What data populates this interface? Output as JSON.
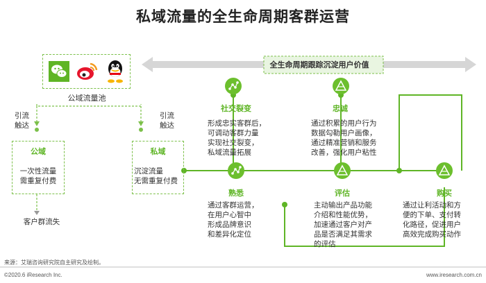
{
  "title": "私域流量的全生命周期客群运营",
  "banner_label": "全生命周期跟踪沉淀用户价值",
  "pool_label": "公域流量池",
  "left_col": {
    "arrow_label_line1": "引流",
    "arrow_label_line2": "触达",
    "box_title": "公域",
    "box_line1": "一次性流量",
    "box_line2": "需重复付费",
    "result": "客户群流失"
  },
  "right_col": {
    "arrow_label_line1": "引流",
    "arrow_label_line2": "触达",
    "box_title": "私域",
    "box_line1": "沉淀流量",
    "box_line2": "无需重复付费"
  },
  "stages": {
    "social": {
      "title": "社交裂变",
      "lines": [
        "形成忠实客群后，",
        "可调动客群力量",
        "实现社交裂变，",
        "私域流量拓展"
      ]
    },
    "loyal": {
      "title": "忠诚",
      "lines": [
        "通过积累的用户行为",
        "数据勾勒用户画像，",
        "通过精准营销和服务",
        "改善，强化用户粘性"
      ]
    },
    "familiar": {
      "title": "熟悉",
      "lines": [
        "通过客群运营，",
        "在用户心智中",
        "形成品牌意识",
        "和差异化定位"
      ]
    },
    "evaluate": {
      "title": "评估",
      "lines": [
        "主动输出产品功能",
        "介绍和性能优势，",
        "加速通过客户对产",
        "品是否满足其需求",
        "的评估"
      ]
    },
    "purchase": {
      "title": "购买",
      "lines": [
        "通过让利活动和方",
        "便的下单、支付转",
        "化路径，促进用户",
        "高效完成购买动作"
      ]
    }
  },
  "source": "来源：艾瑞咨询研究院自主研究及绘制。",
  "copyright": "©2020.6 iResearch Inc.",
  "website": "www.iresearch.com.cn",
  "colors": {
    "accent": "#5fb526",
    "banner": "#d9d9d9",
    "title": "#222222"
  }
}
